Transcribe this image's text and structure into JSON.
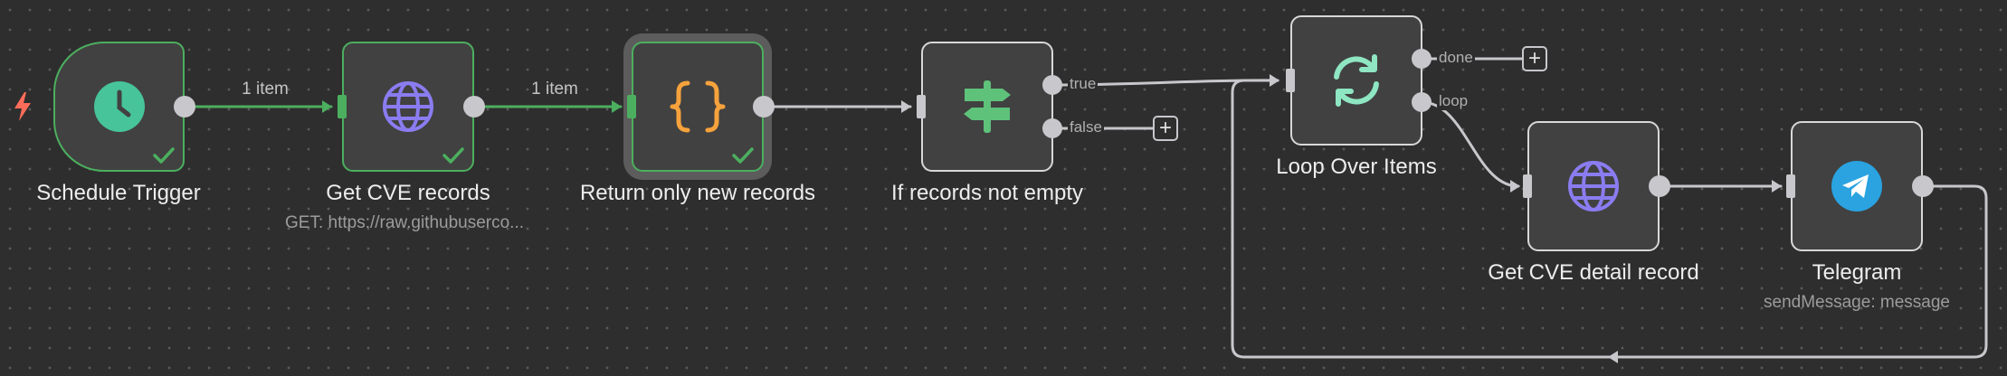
{
  "colors": {
    "background": "#2e2e2e",
    "node_fill": "#414141",
    "node_border": "#d8d8d8",
    "success_border": "#4caf5f",
    "port": "#c7c7cc",
    "trigger_bolt": "#ff6d5a",
    "clock_green": "#47c49a",
    "globe_purple": "#8a7cf0",
    "code_orange": "#f6a23c",
    "signpost_green": "#5ec27a",
    "loop_mint": "#8ee6c2",
    "telegram_blue": "#2aa3e0"
  },
  "workflow": {
    "nodes": [
      {
        "label": "Schedule Trigger",
        "subtitle": "",
        "icon": "clock-icon",
        "executed": true
      },
      {
        "label": "Get CVE records",
        "subtitle": "GET: https://raw.githubuserco...",
        "icon": "globe-icon",
        "executed": true
      },
      {
        "label": "Return only new records",
        "subtitle": "",
        "icon": "code-braces-icon",
        "executed": true,
        "selected": true
      },
      {
        "label": "If records not empty",
        "subtitle": "",
        "icon": "signpost-icon",
        "executed": false
      },
      {
        "label": "Loop Over Items",
        "subtitle": "",
        "icon": "loop-icon",
        "executed": false
      },
      {
        "label": "Get CVE detail record",
        "subtitle": "",
        "icon": "globe-icon",
        "executed": false
      },
      {
        "label": "Telegram",
        "subtitle": "sendMessage: message",
        "icon": "telegram-icon",
        "executed": false
      }
    ],
    "edges": [
      {
        "from": "Schedule Trigger",
        "to": "Get CVE records",
        "label": "1 item"
      },
      {
        "from": "Get CVE records",
        "to": "Return only new records",
        "label": "1 item"
      },
      {
        "from": "Return only new records",
        "to": "If records not empty",
        "label": ""
      },
      {
        "from": "If records not empty",
        "output": "true",
        "to": "Loop Over Items",
        "label": ""
      },
      {
        "from": "Loop Over Items",
        "output": "loop",
        "to": "Get CVE detail record",
        "label": ""
      },
      {
        "from": "Get CVE detail record",
        "to": "Telegram",
        "label": ""
      },
      {
        "from": "Telegram",
        "to": "Loop Over Items",
        "label": ""
      }
    ],
    "outputs": {
      "if_true": "true",
      "if_false": "false",
      "loop_done": "done",
      "loop_loop": "loop"
    },
    "add_button_symbol": "+"
  }
}
